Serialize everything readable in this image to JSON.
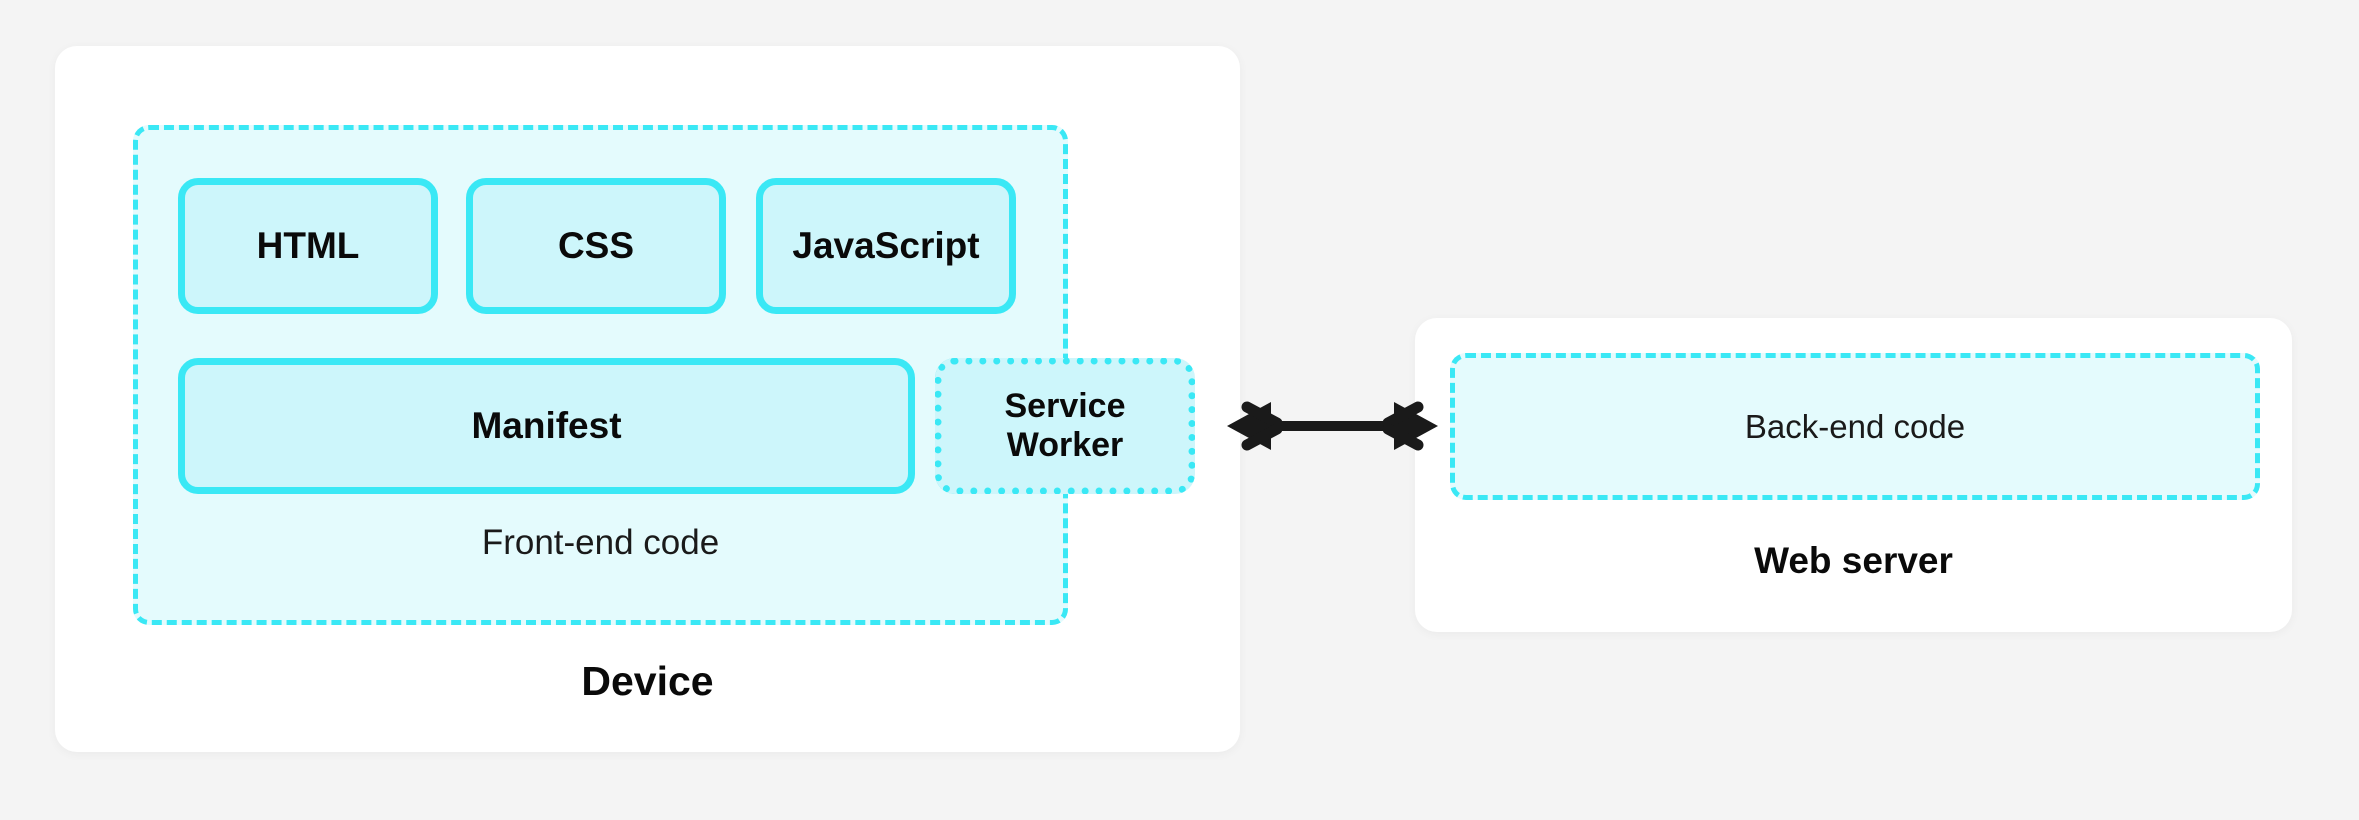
{
  "diagram": {
    "title_device": "Device",
    "title_server": "Web server",
    "regions": {
      "frontend_label": "Front-end code",
      "backend_label": "Back-end code"
    },
    "boxes": [
      {
        "id": "html",
        "label": "HTML",
        "style": "solid"
      },
      {
        "id": "css",
        "label": "CSS",
        "style": "solid"
      },
      {
        "id": "javascript",
        "label": "JavaScript",
        "style": "solid"
      },
      {
        "id": "manifest",
        "label": "Manifest",
        "style": "solid"
      },
      {
        "id": "service-worker",
        "label": "Service Worker",
        "style": "solid-dotted"
      }
    ],
    "connector": {
      "name": "bidirectional-arrow",
      "from": "Service Worker",
      "to": "Back-end code",
      "direction": "both"
    },
    "colors": {
      "page_background": "#f4f4f4",
      "card_background": "#ffffff",
      "region_fill": "#e4fbfd",
      "box_fill": "#cdf6fb",
      "accent_cyan": "#3ae8f5",
      "text": "#0a0a0a",
      "arrow": "#1a1a1a"
    }
  }
}
